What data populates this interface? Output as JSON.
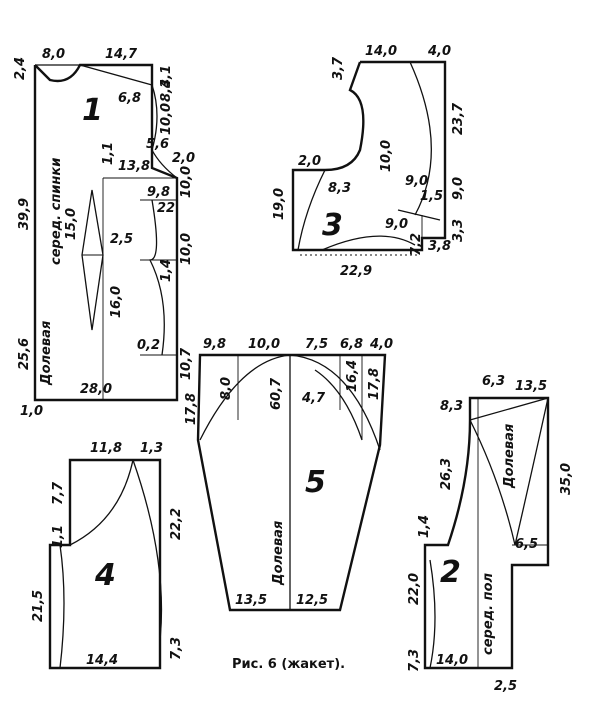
{
  "caption": "Рис. 6 (жакет).",
  "piece1": {
    "number": "1",
    "dims": {
      "top_left": "8,0",
      "top_right": "14,7",
      "left_top": "2,4",
      "right_top": "4,1",
      "d6_8": "6,8",
      "d10_0": "10,0",
      "d8_3": "8,3",
      "d5_6": "5,6",
      "d1_1": "1,1",
      "d13_8": "13,8",
      "d2_0": "2,0",
      "d15_0": "15,0",
      "d2_5": "2,5",
      "d16_0": "16,0",
      "d9_8": "9,8",
      "d22": "22",
      "d10_0a": "10,0",
      "d1_4": "1,4",
      "d10_0b": "10,0",
      "d0_2": "0,2",
      "d10_7": "10,7",
      "left_main": "39,9",
      "left_lower": "25,6",
      "bottom": "28,0",
      "bottom_left": "1,0"
    },
    "labels": {
      "center_back": "серед. спинки",
      "grain": "Долевая"
    }
  },
  "piece2": {
    "number": "2",
    "dims": {
      "d8_3": "8,3",
      "d6_3": "6,3",
      "d13_5": "13,5",
      "d26_3": "26,3",
      "d35_0": "35,0",
      "d1_4": "1,4",
      "d6_5": "6,5",
      "d22_0": "22,0",
      "d7_3": "7,3",
      "d14_0": "14,0",
      "d2_5": "2,5"
    },
    "labels": {
      "grain": "Долевая",
      "center_front": "серед. пол"
    }
  },
  "piece3": {
    "number": "3",
    "dims": {
      "d3_7": "3,7",
      "d14_0": "14,0",
      "d4_0": "4,0",
      "d23_7": "23,7",
      "d10_0": "10,0",
      "d2_0": "2,0",
      "d8_3": "8,3",
      "d19_0": "19,0",
      "d9_0a": "9,0",
      "d1_5": "1,5",
      "d9_0b": "9,0",
      "d9_0c": "9,0",
      "d3_3": "3,3",
      "d7_2": "7,2",
      "d3_8": "3,8",
      "d22_9": "22,9"
    }
  },
  "piece4": {
    "number": "4",
    "dims": {
      "d11_8": "11,8",
      "d1_3": "1,3",
      "d7_7": "7,7",
      "d22_2": "22,2",
      "d1_1": "1,1",
      "d21_5": "21,5",
      "d7_3": "7,3",
      "d14_4": "14,4"
    }
  },
  "piece5": {
    "number": "5",
    "dims": {
      "d9_8": "9,8",
      "d10_0": "10,0",
      "d7_5": "7,5",
      "d6_8": "6,8",
      "d4_0": "4,0",
      "d8_0": "8,0",
      "d60_7": "60,7",
      "d4_7": "4,7",
      "d16_4": "16,4",
      "d17_8": "17,8",
      "d17_8b": "17,8",
      "d13_5": "13,5",
      "d12_5": "12,5"
    },
    "labels": {
      "grain": "Долевая"
    }
  }
}
